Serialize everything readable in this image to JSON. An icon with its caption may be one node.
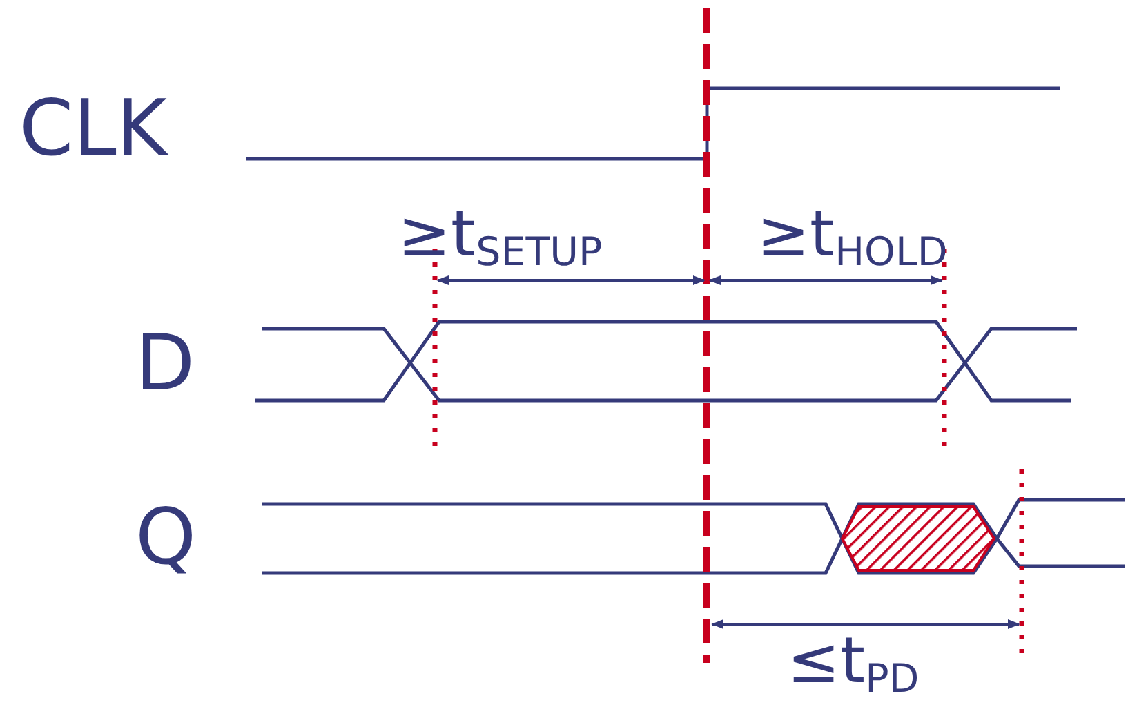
{
  "diagram": {
    "labels": [
      "CLK",
      "≥t$_{SETUP}$",
      "≥t$_{HOLD}$",
      "D",
      "Q",
      "≤t$_{PD}$"
    ]
  }
}
